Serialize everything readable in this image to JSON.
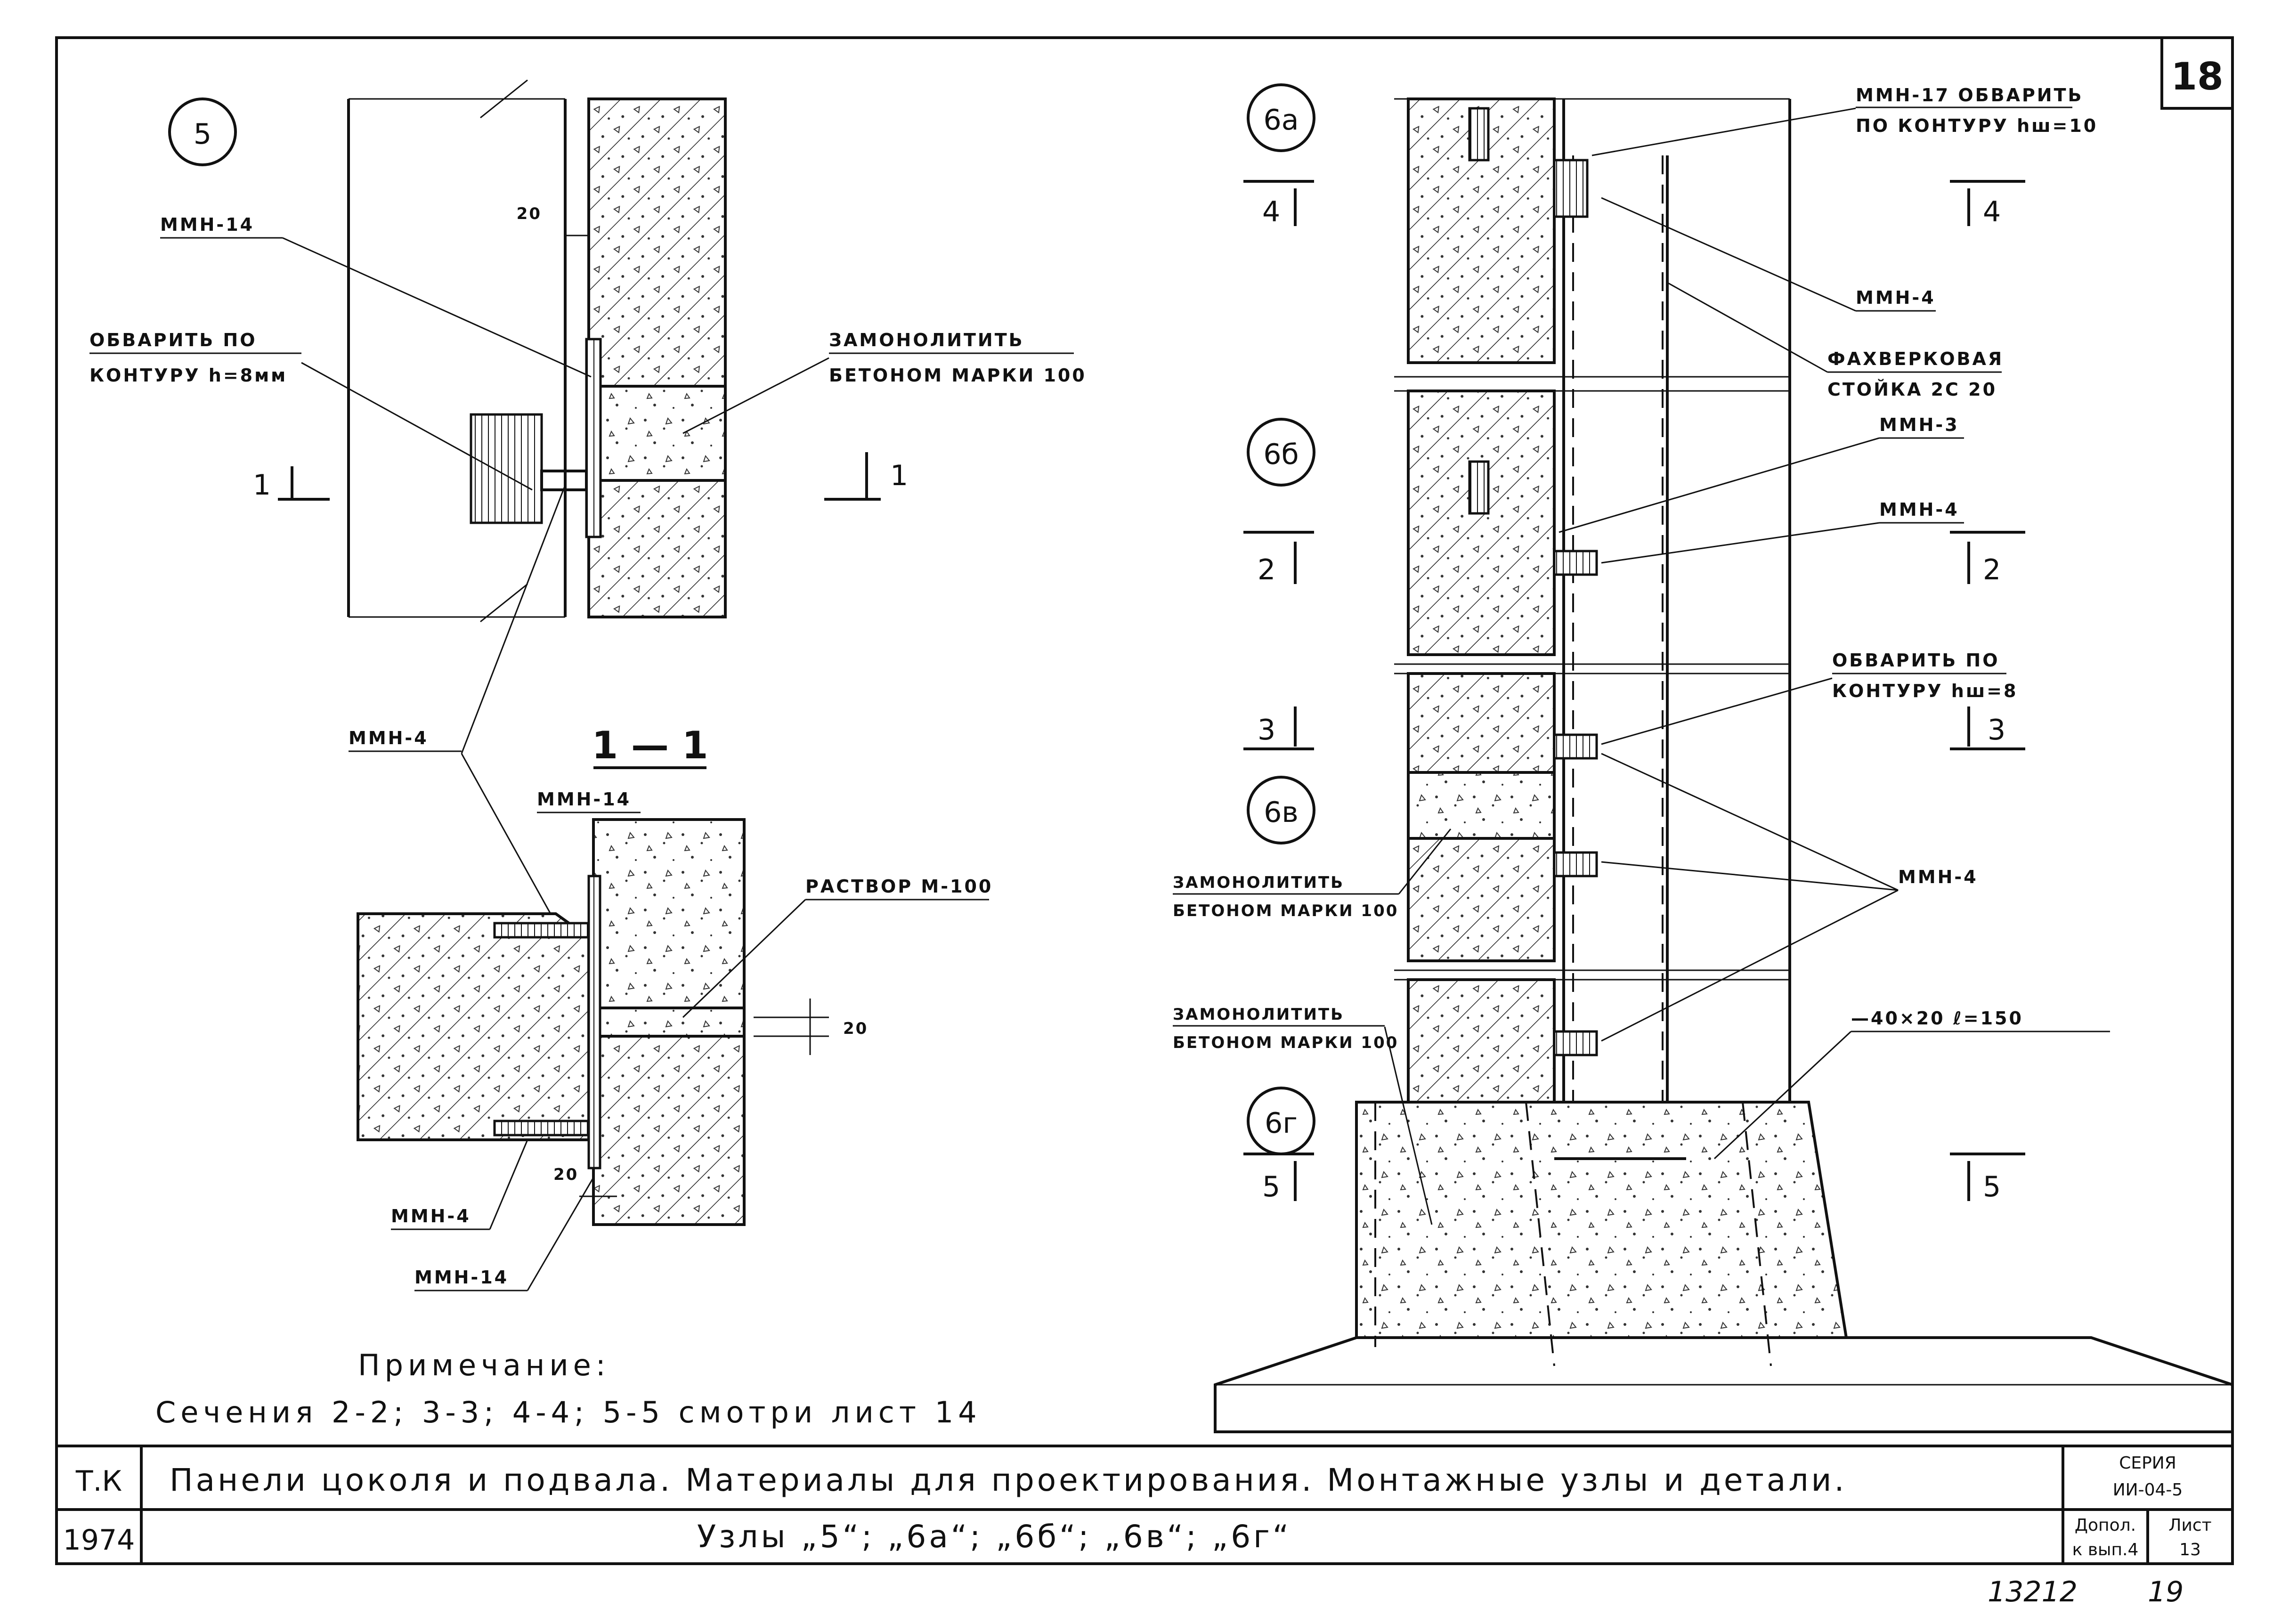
{
  "sheet": {
    "sheet_number": "18",
    "bottom_numbers": [
      "13212",
      "19"
    ]
  },
  "left_detail": {
    "node_label": "5",
    "labels": {
      "mmn14_top": "ММН-14",
      "weld_line1": "ОБВАРИТЬ ПО",
      "weld_line2": "КОНТУРУ h=8мм",
      "dim20_top": "20",
      "monolith_line1": "ЗАМОНОЛИТИТЬ",
      "monolith_line2": "БЕТОНОМ МАРКИ 100",
      "cut_left": "1",
      "cut_right": "1",
      "mmn4": "ММН-4"
    }
  },
  "section_1_1": {
    "title": "1 — 1",
    "labels": {
      "mmn14_top": "ММН-14",
      "mortar": "РАСТВОР М-100",
      "dim20_right": "20",
      "dim20_bottom": "20",
      "mmn4_bottom": "ММН-4",
      "mmn14_bottom": "ММН-14"
    }
  },
  "right_detail": {
    "nodes": [
      "6а",
      "6б",
      "6в",
      "6г"
    ],
    "cuts": [
      {
        "left": "4",
        "right": "4"
      },
      {
        "left": "2",
        "right": "2"
      },
      {
        "left": "3",
        "right": "3"
      },
      {
        "left": "5",
        "right": "5"
      }
    ],
    "labels": {
      "mmn17_line1": "ММН-17 ОБВАРИТЬ",
      "mmn17_line2": "ПО КОНТУРУ hш=10",
      "mmn4_a": "ММН-4",
      "column_line1": "ФАХВЕРКОВАЯ",
      "column_line2": "СТОЙКА 2С 20",
      "mmn3": "ММН-3",
      "mmn4_b": "ММН-4",
      "weld_line1": "ОБВАРИТЬ ПО",
      "weld_line2": "КОНТУРУ hш=8",
      "mmn4_c": "ММН-4",
      "monolith_a_line1": "ЗАМОНОЛИТИТЬ",
      "monolith_a_line2": "БЕТОНОМ МАРКИ 100",
      "monolith_b_line1": "ЗАМОНОЛИТИТЬ",
      "monolith_b_line2": "БЕТОНОМ МАРКИ 100",
      "plate": "—40×20  ℓ=150"
    }
  },
  "note": {
    "heading": "Примечание:",
    "text": "Сечения 2-2; 3-3; 4-4; 5-5 смотри лист 14"
  },
  "title_block": {
    "org": "Т.К",
    "year": "1974",
    "title": "Панели цоколя и подвала. Материалы для проектирования. Монтажные узлы и детали.",
    "subtitle": "Узлы „5“; „6а“; „6б“; „6в“; „6г“",
    "series_label": "СЕРИЯ",
    "series_value": "ИИ-04-5",
    "supplement_line1": "Допол.",
    "supplement_line2": "к вып.4",
    "sheet_label": "Лист",
    "sheet_value": "13"
  }
}
